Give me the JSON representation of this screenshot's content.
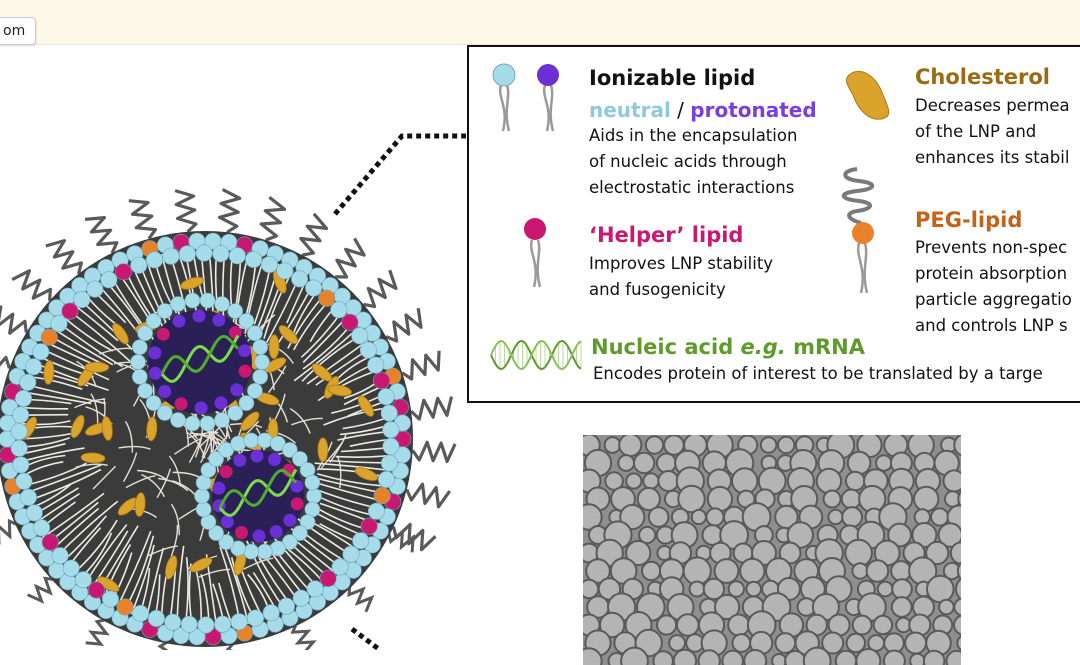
{
  "browser": {
    "url_fragment": "om"
  },
  "legend": {
    "ionizable": {
      "title": "Ionizable lipid",
      "neutral": "neutral",
      "sep": " / ",
      "protonated": "protonated",
      "lines": [
        "Aids in the encapsulation",
        "of nucleic acids through",
        "electrostatic interactions"
      ]
    },
    "helper": {
      "title": "‘Helper’ lipid",
      "lines": [
        "Improves LNP stability",
        "and fusogenicity"
      ]
    },
    "nucleic": {
      "title_a": "Nucleic acid ",
      "title_em": "e.g.",
      "title_b": " mRNA",
      "line": "Encodes protein of interest to be translated by a targe"
    },
    "cholesterol": {
      "title": "Cholesterol",
      "lines": [
        "Decreases permea",
        "of the LNP and",
        "enhances its stabil"
      ]
    },
    "peg": {
      "title": "PEG-lipid",
      "lines": [
        "Prevents non-spec",
        "protein absorption",
        "particle aggregatio",
        "and controls LNP s"
      ]
    }
  },
  "colors": {
    "neutral": "#8fc9dd",
    "protonated": "#7a3ee0",
    "helper": "#c81872",
    "cholesterol": "#9c6a12",
    "peg": "#c4621a",
    "nucleic": "#5f9a2c",
    "head_blue": "#a6dcea",
    "head_orange": "#e8822a",
    "cholesterol_fill": "#d9a32c"
  },
  "icons": [
    "ionizable-lipid-neutral-icon",
    "ionizable-lipid-protonated-icon",
    "helper-lipid-icon",
    "cholesterol-icon",
    "peg-lipid-icon",
    "nucleic-acid-helix-icon"
  ]
}
